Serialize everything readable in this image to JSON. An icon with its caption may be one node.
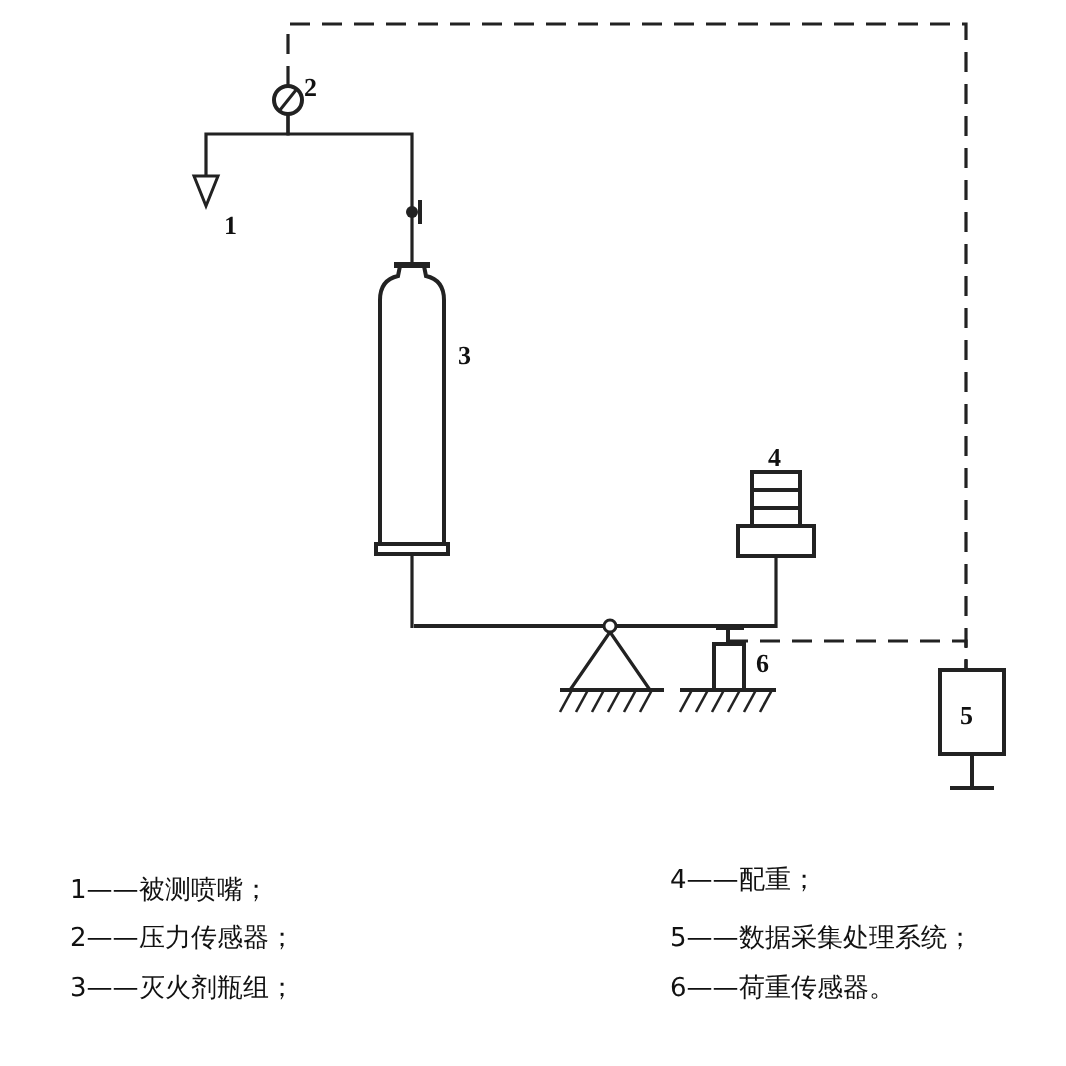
{
  "diagram": {
    "nodes": [
      {
        "text": [],
        "shape": "triangle",
        "beside": [
          "1"
        ]
      },
      {
        "text": [],
        "shape": "circle",
        "beside": [
          "2"
        ]
      },
      {
        "text": [],
        "shape": "cylinder",
        "beside": [
          "3"
        ]
      },
      {
        "text": [],
        "shape": "box",
        "beside": [
          "4"
        ]
      },
      {
        "text": [
          "5"
        ]
      },
      {
        "text": [],
        "shape": "box",
        "beside": [
          "6"
        ]
      },
      {
        "text": [],
        "shape": "bar"
      }
    ],
    "edges": [
      {
        "from": 1,
        "to": 0,
        "arrow": "none"
      },
      {
        "from": 1,
        "to": 2,
        "arrow": "none"
      },
      {
        "from": 1,
        "to": 4,
        "arrow": "none",
        "style": "dashed"
      },
      {
        "from": 5,
        "to": 4,
        "arrow": "none",
        "style": "dashed"
      },
      {
        "from": 2,
        "to": 6,
        "arrow": "none"
      },
      {
        "from": 3,
        "to": 6,
        "arrow": "none"
      }
    ],
    "labels": [
      "1——被测喷嘴；",
      "2——压力传感器；",
      "3——灭火剂瓶组；",
      "4——配重；",
      "5——数据采集处理系统；",
      "6——荷重传感器。"
    ]
  }
}
